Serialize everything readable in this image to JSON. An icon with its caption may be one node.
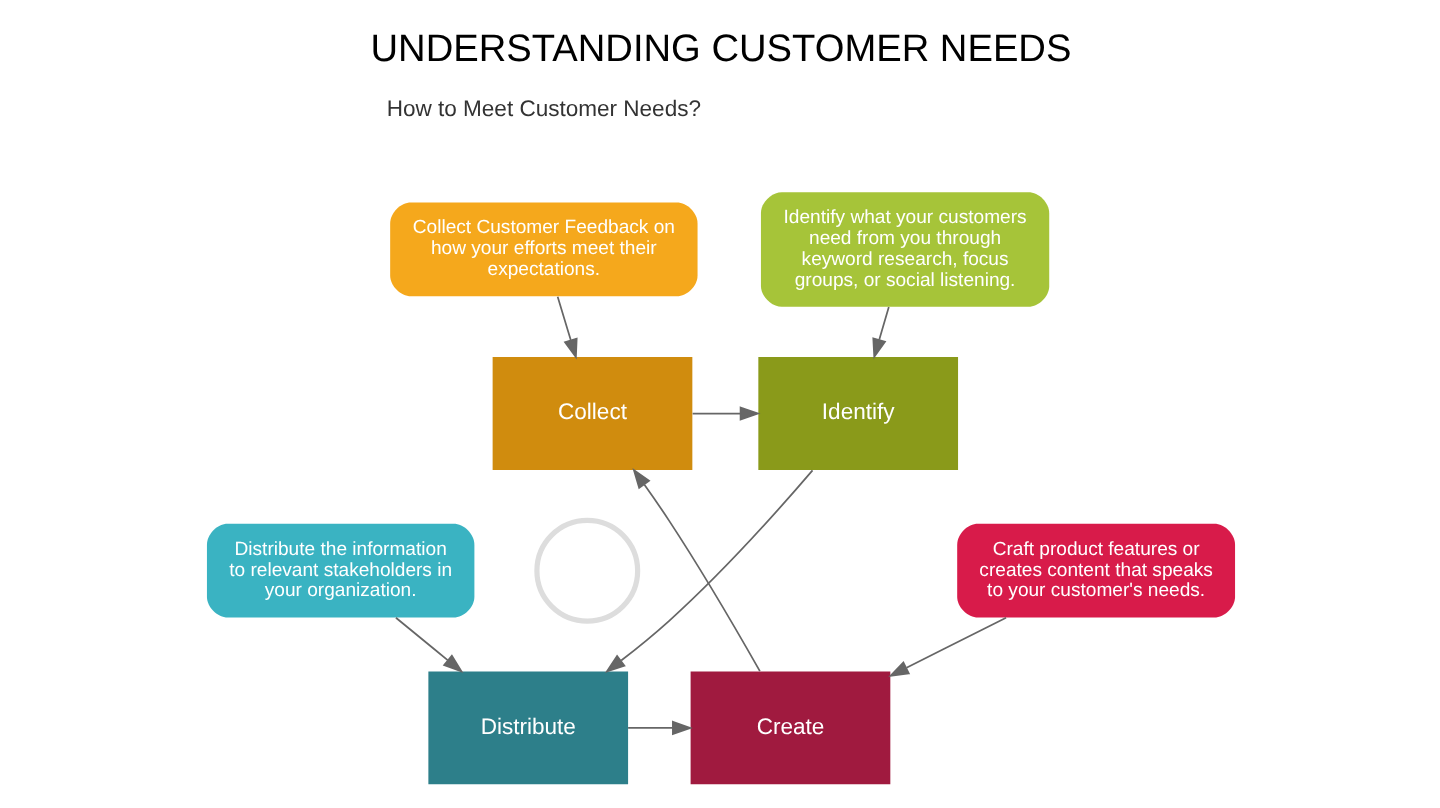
{
  "diagram": {
    "title": "UNDERSTANDING CUSTOMER NEEDS",
    "nodes": [
      {
        "text": [
          "Collect Customer Feedback on how your efforts meet their expectations."
        ]
      },
      {
        "text": [
          "Identify what your customers need from you through keyword research, focus groups, or social listening."
        ]
      },
      {
        "text": [
          "Collect"
        ]
      },
      {
        "text": [
          "Identify"
        ]
      },
      {
        "text": [],
        "shape": "circle"
      },
      {
        "text": [
          "Create"
        ]
      },
      {
        "text": [
          "Distribute"
        ]
      },
      {
        "text": [
          "Craft product features or creates content that speaks to your customer's needs."
        ]
      },
      {
        "text": [
          "Distribute the information to relevant stakeholders in your organization."
        ]
      }
    ],
    "edges": [
      {
        "from": 0,
        "to": 2,
        "arrow": "to"
      },
      {
        "from": 1,
        "to": 3,
        "arrow": "to"
      },
      {
        "from": 2,
        "to": 3,
        "arrow": "to"
      },
      {
        "from": 3,
        "to": 6,
        "arrow": "to"
      },
      {
        "from": 6,
        "to": 5,
        "arrow": "to"
      },
      {
        "from": 5,
        "to": 2,
        "arrow": "to"
      },
      {
        "from": 7,
        "to": 5,
        "arrow": "to"
      },
      {
        "from": 8,
        "to": 6,
        "arrow": "to"
      }
    ],
    "labels": [
      "How to Meet Customer Needs?"
    ]
  }
}
